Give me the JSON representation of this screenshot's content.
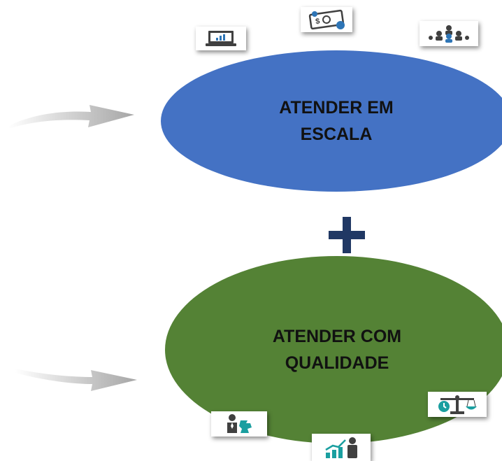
{
  "diagram": {
    "top_node": {
      "line1": "ATENDER EM",
      "line2": "ESCALA",
      "color": "#4472c4"
    },
    "bottom_node": {
      "line1": "ATENDER  COM",
      "line2": "QUALIDADE",
      "color": "#548235"
    },
    "connector": {
      "symbol": "plus",
      "color": "#203864"
    },
    "arrows": [
      "curved-arrow",
      "curved-arrow"
    ],
    "icons_top": [
      "laptop-chart-icon",
      "money-icon",
      "people-hierarchy-icon"
    ],
    "icons_bottom": [
      "person-puzzle-icon",
      "growth-person-icon",
      "balance-scale-icon"
    ]
  }
}
